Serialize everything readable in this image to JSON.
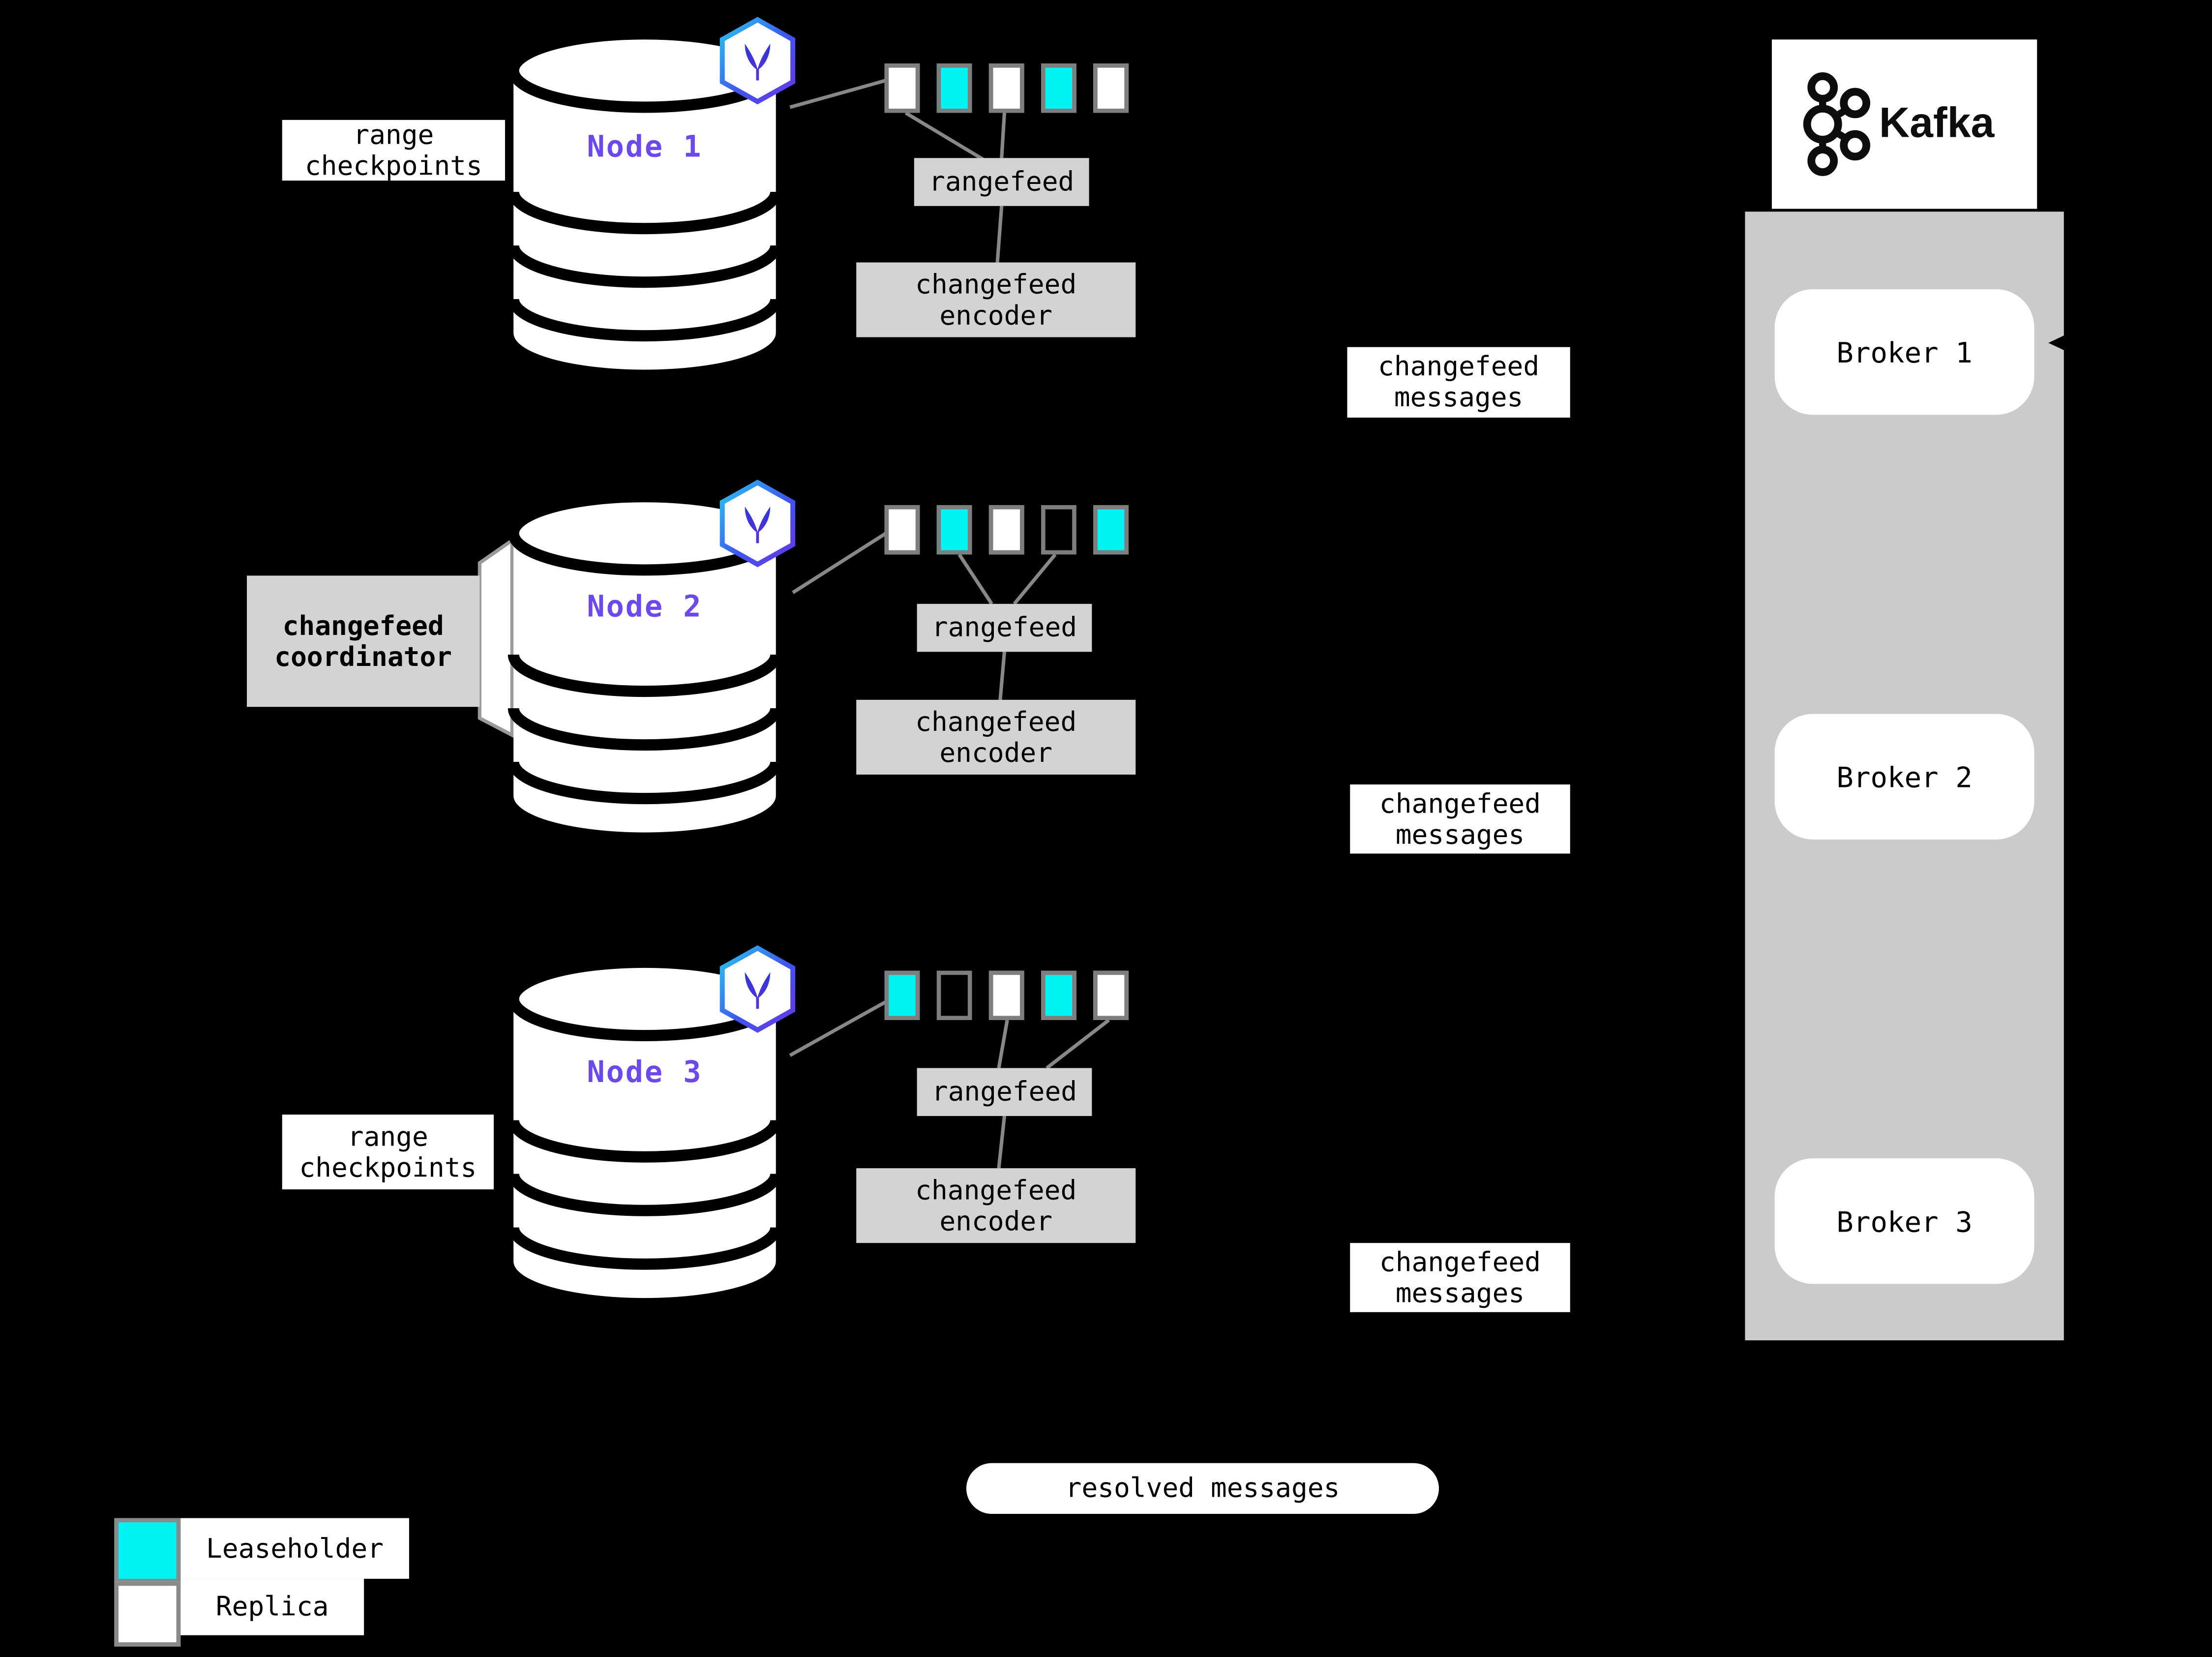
{
  "nodes": [
    {
      "name": "Node 1",
      "rangefeed": "rangefeed",
      "encoder": {
        "line1": "changefeed",
        "line2": "encoder"
      },
      "ranges": [
        "replica",
        "leaseholder",
        "replica",
        "leaseholder",
        "replica"
      ]
    },
    {
      "name": "Node 2",
      "rangefeed": "rangefeed",
      "encoder": {
        "line1": "changefeed",
        "line2": "encoder"
      },
      "ranges": [
        "replica",
        "leaseholder",
        "replica",
        "empty",
        "leaseholder"
      ]
    },
    {
      "name": "Node 3",
      "rangefeed": "rangefeed",
      "encoder": {
        "line1": "changefeed",
        "line2": "encoder"
      },
      "ranges": [
        "leaseholder",
        "empty",
        "replica",
        "leaseholder",
        "replica"
      ]
    }
  ],
  "callouts": {
    "range_checkpoints_top": {
      "line1": "range",
      "line2": "checkpoints"
    },
    "range_checkpoints_bottom": {
      "line1": "range",
      "line2": "checkpoints"
    },
    "coordinator": {
      "line1": "changefeed",
      "line2": "coordinator"
    }
  },
  "messages": {
    "changefeed_top": {
      "line1": "changefeed",
      "line2": "messages"
    },
    "changefeed_middle": {
      "line1": "changefeed",
      "line2": "messages"
    },
    "changefeed_bottom": {
      "line1": "changefeed",
      "line2": "messages"
    },
    "resolved": "resolved messages"
  },
  "kafka": {
    "brand": "Kafka",
    "brokers": [
      "Broker 1",
      "Broker 2",
      "Broker 3"
    ]
  },
  "legend": [
    {
      "kind": "leaseholder",
      "label": "Leaseholder"
    },
    {
      "kind": "replica",
      "label": "Replica"
    }
  ],
  "colors": {
    "background": "#000000",
    "leaseholder_fill": "#00F4F4",
    "replica_fill": "#FFFFFF",
    "empty_fill": "#000000",
    "node_label": "#6B49EE",
    "gray_box": "#D3D3D3",
    "kafka_column": "#CBCBCB",
    "square_border": "#7E7E7E",
    "connector_line": "#888888"
  }
}
